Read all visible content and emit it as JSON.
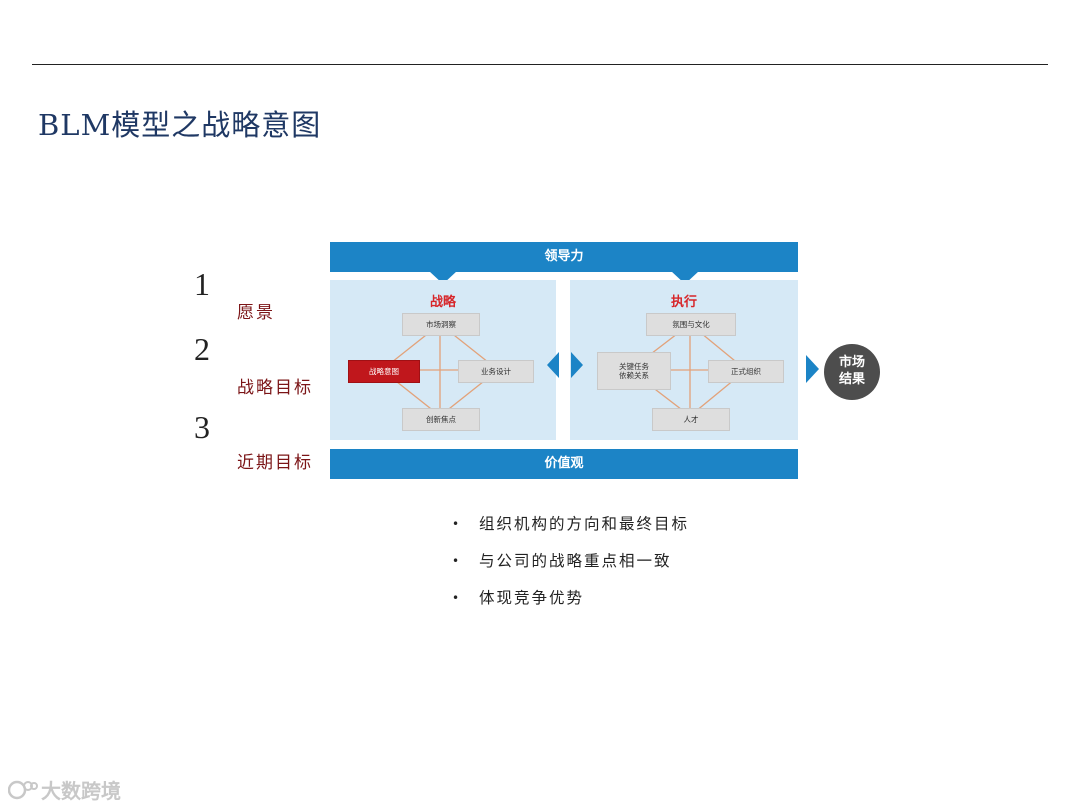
{
  "title": "BLM模型之战略意图",
  "steps": [
    {
      "num": "1",
      "label": "愿景"
    },
    {
      "num": "2",
      "label": "战略目标"
    },
    {
      "num": "3",
      "label": "近期目标"
    }
  ],
  "diagram": {
    "top_band": "领导力",
    "bottom_band": "价值观",
    "strategy": {
      "title": "战略",
      "nodes": {
        "top": "市场洞察",
        "left": "战略意图",
        "right": "业务设计",
        "bottom": "创新焦点"
      }
    },
    "execution": {
      "title": "执行",
      "nodes": {
        "top": "氛围与文化",
        "left": "关键任务\n依赖关系",
        "right": "正式组织",
        "bottom": "人才"
      }
    },
    "result": {
      "line1": "市场",
      "line2": "结果"
    },
    "colors": {
      "band": "#1c84c6",
      "panel": "#d6e9f6",
      "highlight": "#c0171c",
      "connector": "#e2a27a"
    }
  },
  "bullets": [
    "组织机构的方向和最终目标",
    "与公司的战略重点相一致",
    "体现竞争优势"
  ],
  "bullet_symbol": "•",
  "watermark": "大数跨境"
}
